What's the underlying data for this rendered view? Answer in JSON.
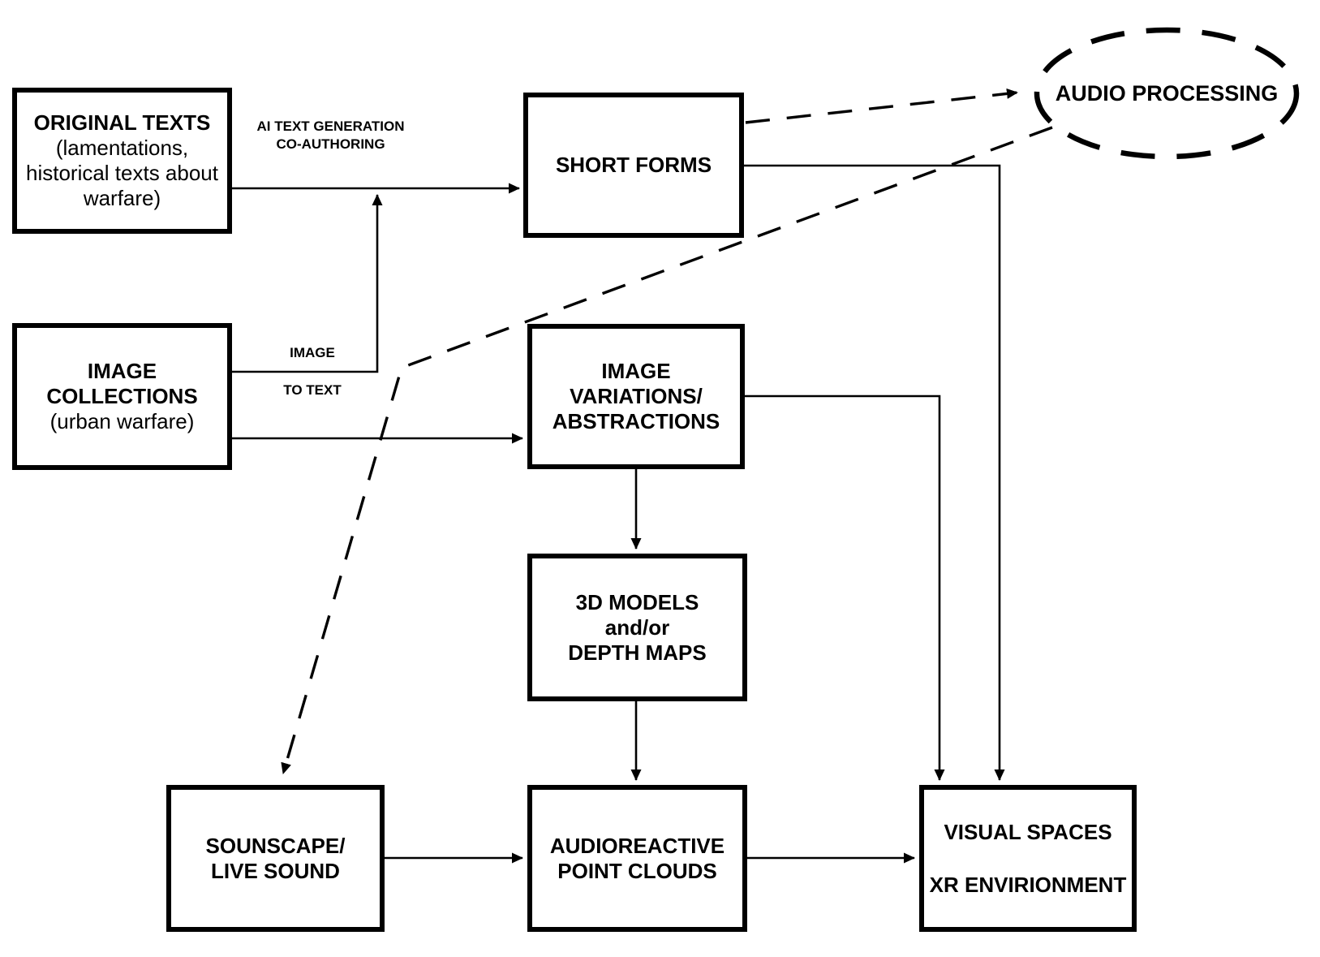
{
  "diagram": {
    "background": "#ffffff",
    "stroke_color": "#000000",
    "nodes": {
      "original_texts": {
        "title": "ORIGINAL TEXTS",
        "lines": [
          "(lamentations,",
          "historical texts about",
          "warfare)"
        ]
      },
      "image_collections": {
        "title": "IMAGE COLLECTIONS",
        "lines": [
          "(urban warfare)"
        ]
      },
      "short_forms": {
        "title": "SHORT FORMS"
      },
      "image_variations": {
        "lines": [
          "IMAGE",
          "VARIATIONS/",
          "ABSTRACTIONS"
        ]
      },
      "models_3d": {
        "lines": [
          "3D MODELS",
          "and/or",
          "DEPTH MAPS"
        ]
      },
      "sounscape": {
        "lines": [
          "SOUNSCAPE/",
          "LIVE SOUND"
        ]
      },
      "audioreactive": {
        "lines": [
          "AUDIOREACTIVE",
          "POINT CLOUDS"
        ]
      },
      "visual_spaces": {
        "lines": [
          "VISUAL SPACES",
          "XR ENVIRIONMENT"
        ]
      },
      "audio_processing": {
        "title": "AUDIO PROCESSING"
      }
    },
    "edge_labels": {
      "ai_text_generation": [
        "AI TEXT GENERATION",
        "CO-AUTHORING"
      ],
      "image": "IMAGE",
      "to_text": "TO TEXT"
    }
  }
}
